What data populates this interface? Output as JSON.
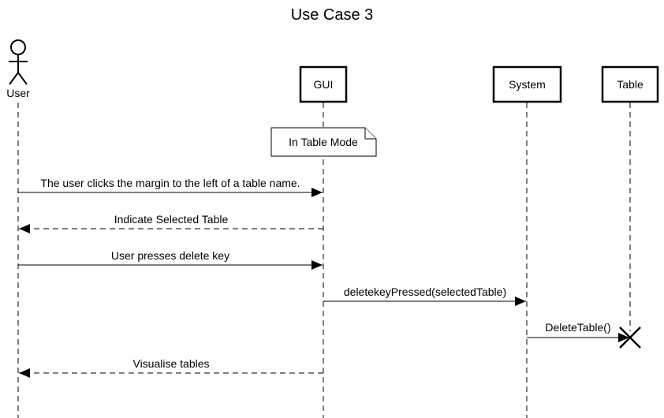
{
  "diagram": {
    "title": "Use Case 3",
    "actor": {
      "label": "User",
      "icon": "stick-figure-actor-icon"
    },
    "participants": {
      "gui": "GUI",
      "system": "System",
      "table": "Table"
    },
    "note": "In Table Mode",
    "messages": [
      {
        "label": "The user clicks the margin to the left of a table name.",
        "from": "User",
        "to": "GUI",
        "style": "solid"
      },
      {
        "label": "Indicate Selected Table",
        "from": "GUI",
        "to": "User",
        "style": "dashed"
      },
      {
        "label": "User presses delete key",
        "from": "User",
        "to": "GUI",
        "style": "solid"
      },
      {
        "label": "deletekeyPressed(selectedTable)",
        "from": "GUI",
        "to": "System",
        "style": "solid"
      },
      {
        "label": "DeleteTable()",
        "from": "System",
        "to": "Table",
        "style": "solid"
      },
      {
        "label": "Visualise tables",
        "from": "GUI",
        "to": "User",
        "style": "dashed"
      }
    ],
    "destroyed": "Table"
  }
}
